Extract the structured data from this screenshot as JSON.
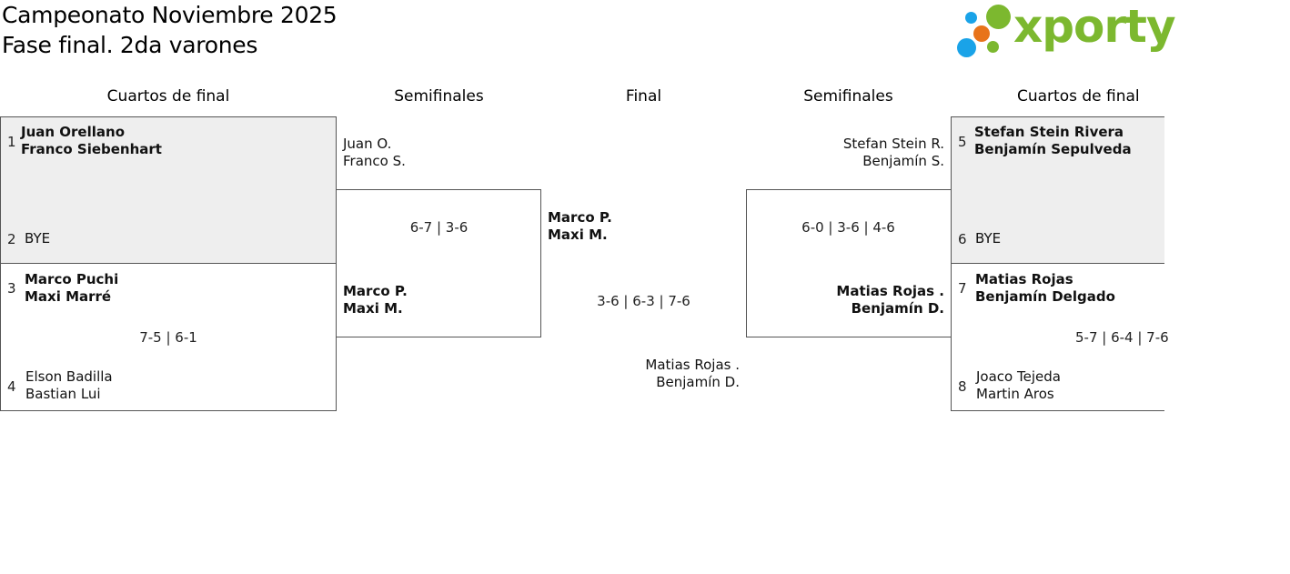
{
  "header": {
    "title_line1": "Campeonato Noviembre 2025",
    "title_line2": "Fase final. 2da varones",
    "logo_text": "xporty",
    "logo_colors": [
      "#1aa3e8",
      "#e8731a",
      "#7cb82f"
    ]
  },
  "rounds": {
    "left_quarters": "Cuartos de final",
    "left_semis": "Semifinales",
    "final": "Final",
    "right_semis": "Semifinales",
    "right_quarters": "Cuartos de final"
  },
  "left_qf": {
    "m1": {
      "seed_a": "1",
      "a1": "Juan Orellano",
      "a2": "Franco Siebenhart",
      "seed_b": "2",
      "b1": "BYE"
    },
    "m2": {
      "seed_a": "3",
      "a1": "Marco Puchi",
      "a2": "Maxi Marré",
      "score": "7-5 | 6-1",
      "seed_b": "4",
      "b1": "Elson Badilla",
      "b2": "Bastian Lui"
    }
  },
  "left_sf": {
    "a1": "Juan O.",
    "a2": "Franco S.",
    "score": "6-7 | 3-6",
    "b1": "Marco P.",
    "b2": "Maxi M."
  },
  "final": {
    "a1": "Marco P.",
    "a2": "Maxi M.",
    "score": "3-6 | 6-3 | 7-6",
    "b1": "Matias Rojas .",
    "b2": "Benjamín D."
  },
  "right_sf": {
    "a1": "Stefan Stein R.",
    "a2": "Benjamín S.",
    "score": "6-0 | 3-6 | 4-6",
    "b1": "Matias Rojas .",
    "b2": "Benjamín D."
  },
  "right_qf": {
    "m1": {
      "seed_a": "5",
      "a1": "Stefan Stein Rivera",
      "a2": "Benjamín Sepulveda",
      "seed_b": "6",
      "b1": "BYE"
    },
    "m2": {
      "seed_a": "7",
      "a1": "Matias Rojas",
      "a2": "Benjamín Delgado",
      "score": "5-7 | 6-4 | 7-6",
      "seed_b": "8",
      "b1": "Joaco Tejeda",
      "b2": "Martin Aros"
    }
  }
}
